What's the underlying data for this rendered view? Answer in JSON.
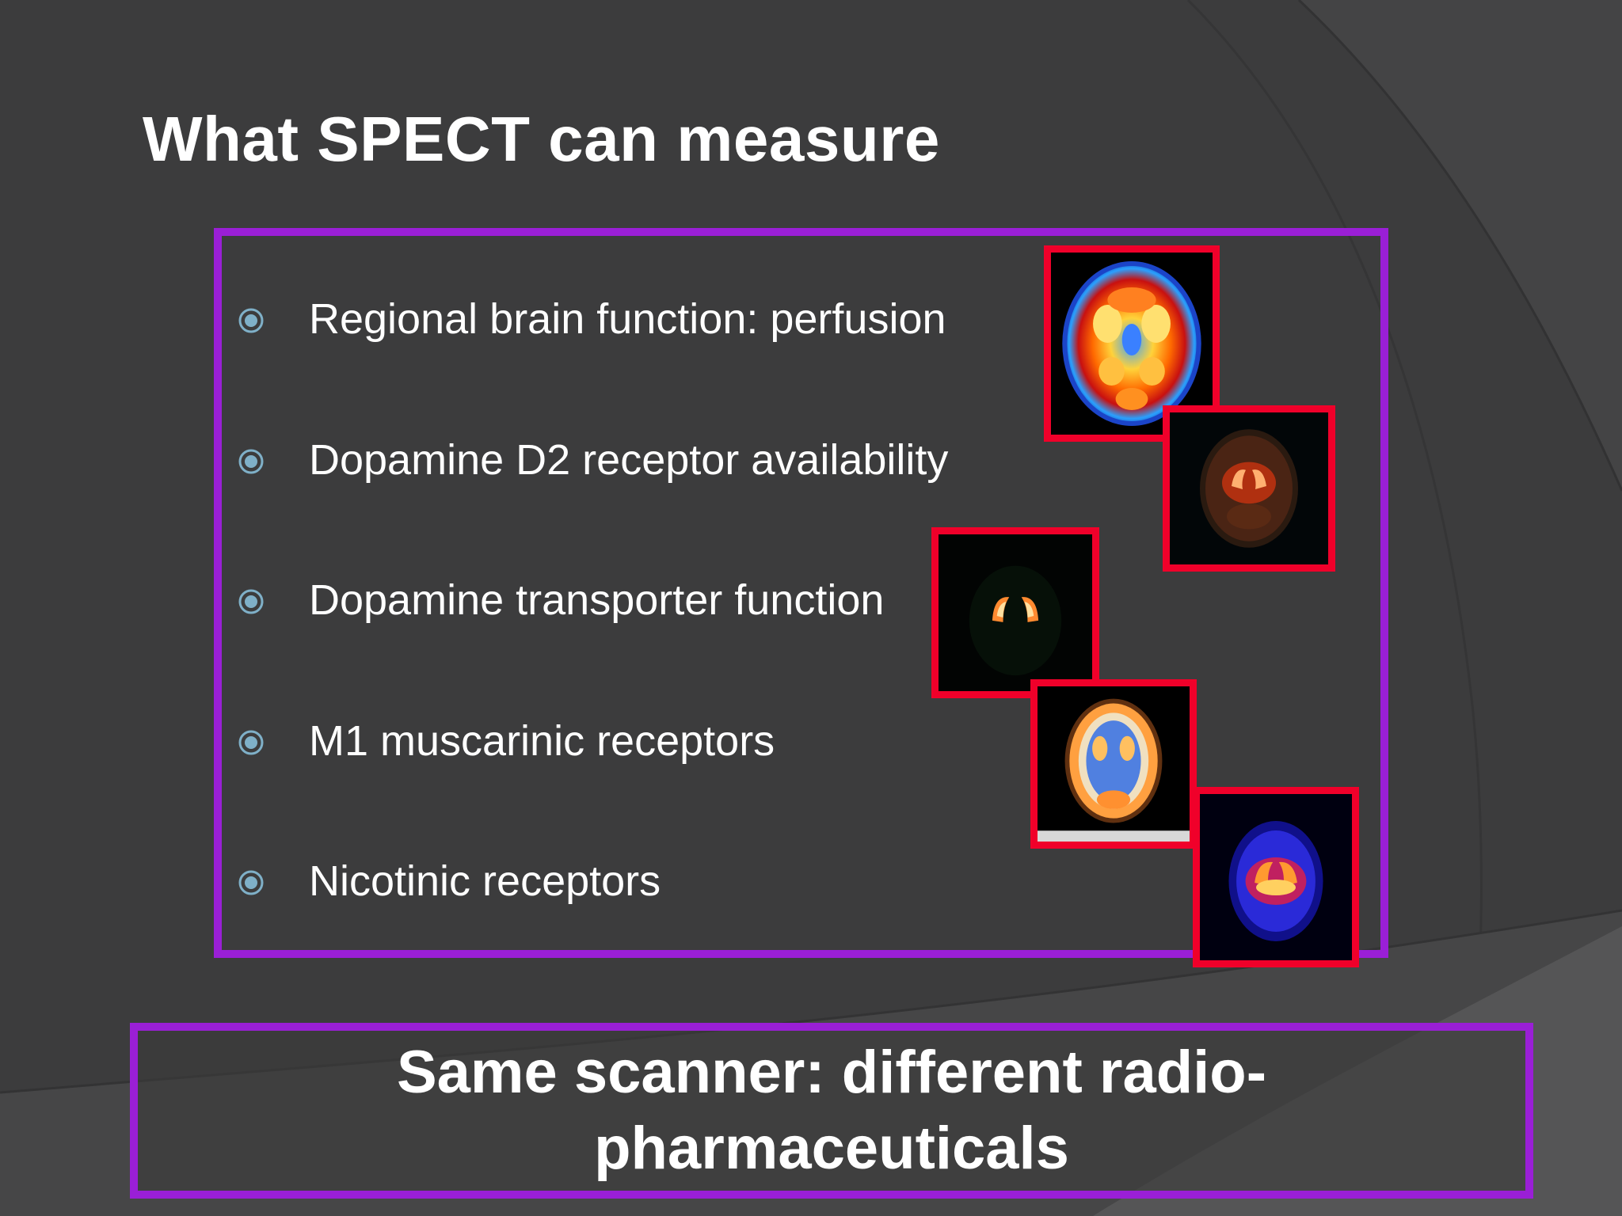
{
  "slide": {
    "title": "What SPECT can measure",
    "bullets": [
      {
        "text": "Regional brain function: perfusion"
      },
      {
        "text": "Dopamine D2 receptor availability"
      },
      {
        "text": "Dopamine transporter function"
      },
      {
        "text": "M1 muscarinic receptors"
      },
      {
        "text": "Nicotinic receptors"
      }
    ],
    "footer": "Same scanner:  different radio-pharmaceuticals"
  },
  "colors": {
    "background": "#3c3c3d",
    "box_border": "#9a1fd6",
    "image_border": "#f0002a",
    "bullet_icon": "#7fb0c8",
    "text": "#ffffff"
  },
  "images": [
    {
      "name": "perfusion-brain-scan-image"
    },
    {
      "name": "d2-receptor-brain-scan-image"
    },
    {
      "name": "dopamine-transporter-brain-scan-image"
    },
    {
      "name": "m1-muscarinic-brain-scan-image"
    },
    {
      "name": "nicotinic-receptor-brain-scan-image"
    }
  ]
}
